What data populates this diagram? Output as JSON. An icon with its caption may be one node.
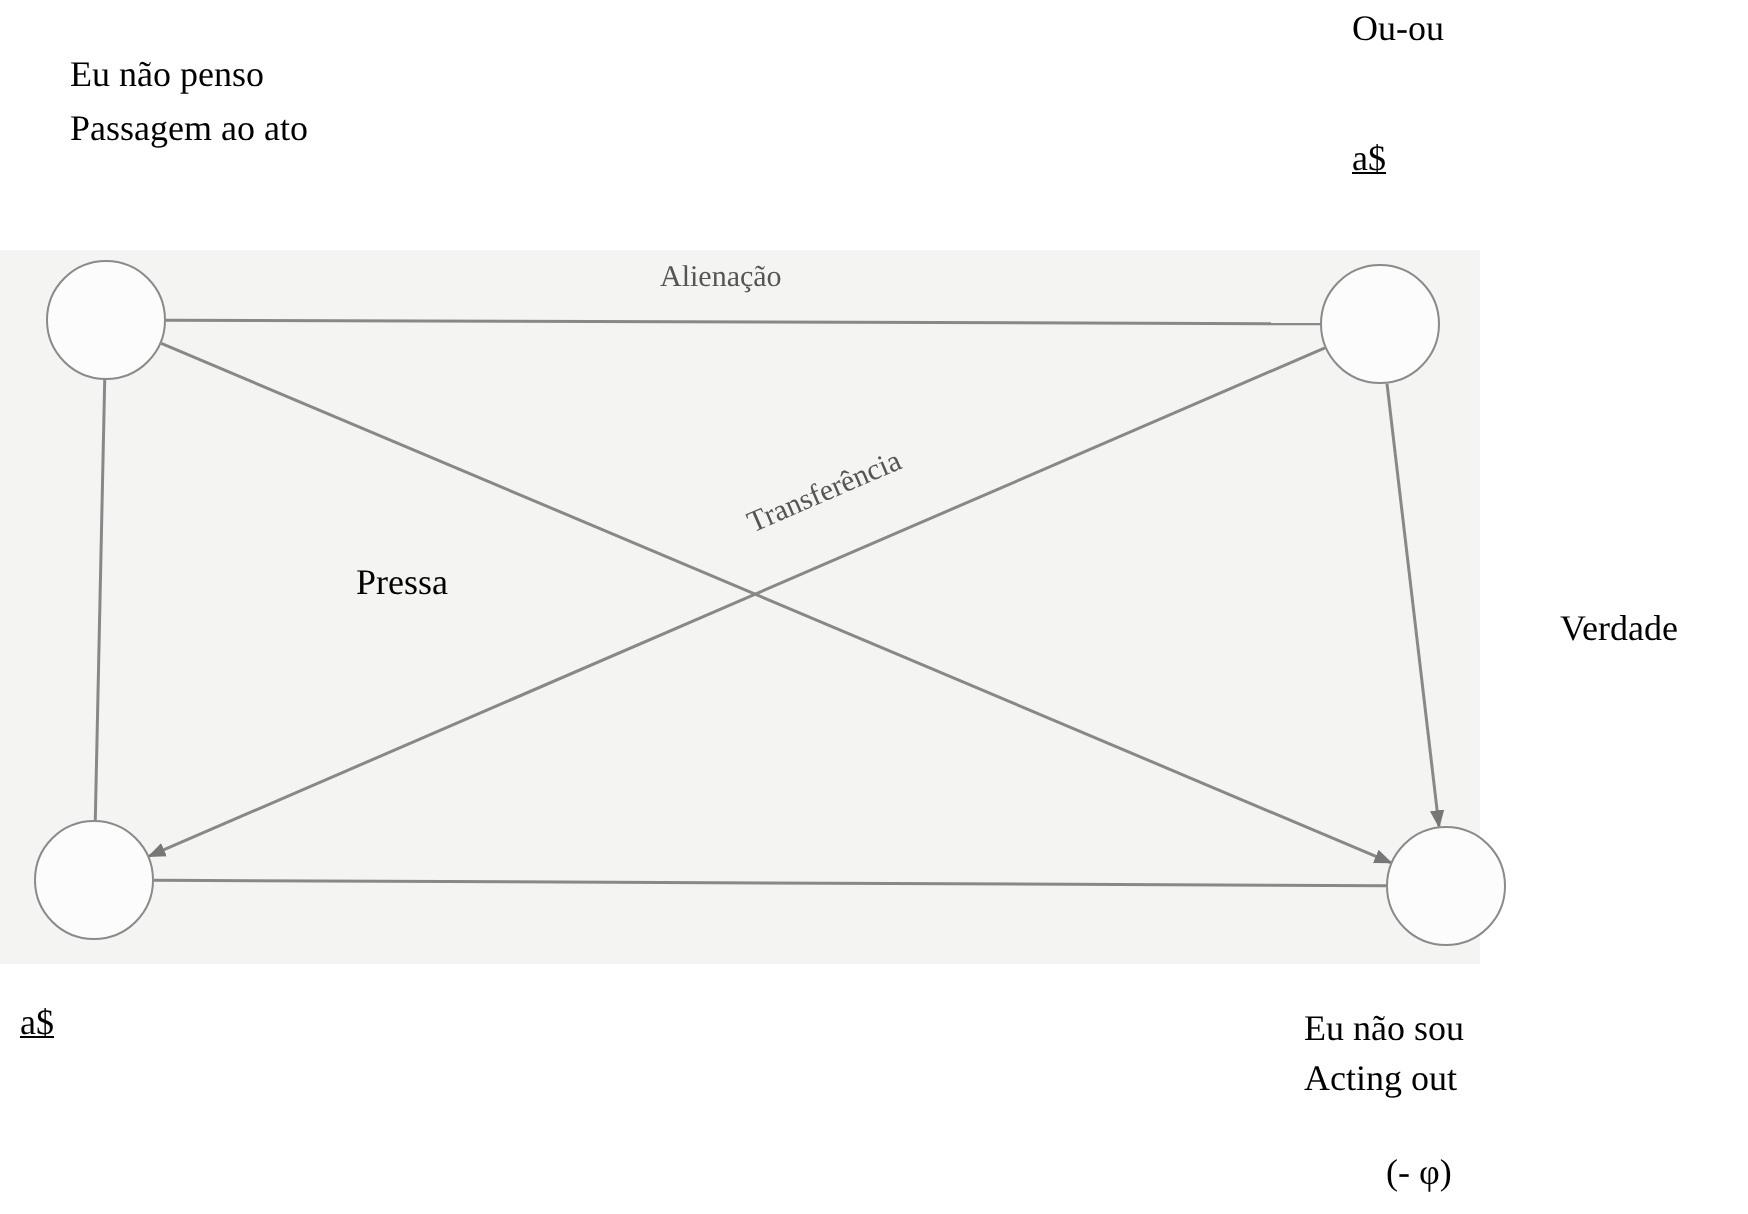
{
  "diagram": {
    "nodes": [
      {
        "text": [],
        "shape": "circle",
        "beside": [
          "Eu não penso",
          "Passagem ao ato"
        ]
      },
      {
        "text": [],
        "shape": "circle",
        "beside": [
          "Ou-ou",
          "a$"
        ]
      },
      {
        "text": [],
        "shape": "circle",
        "beside": [
          "a$"
        ]
      },
      {
        "text": [],
        "shape": "circle",
        "beside": [
          "Eu não sou",
          "Acting out",
          "(- φ)"
        ]
      }
    ],
    "edges": [
      {
        "from": 0,
        "to": 1,
        "arrow": "none",
        "label": "Alienação"
      },
      {
        "from": 0,
        "to": 3,
        "arrow": "to"
      },
      {
        "from": 0,
        "to": 2,
        "arrow": "none"
      },
      {
        "from": 1,
        "to": 2,
        "arrow": "to",
        "label": "Transferência"
      },
      {
        "from": 1,
        "to": 3,
        "arrow": "to"
      },
      {
        "from": 2,
        "to": 3,
        "arrow": "none"
      }
    ],
    "labels": [
      "Pressa",
      "Verdade"
    ]
  }
}
